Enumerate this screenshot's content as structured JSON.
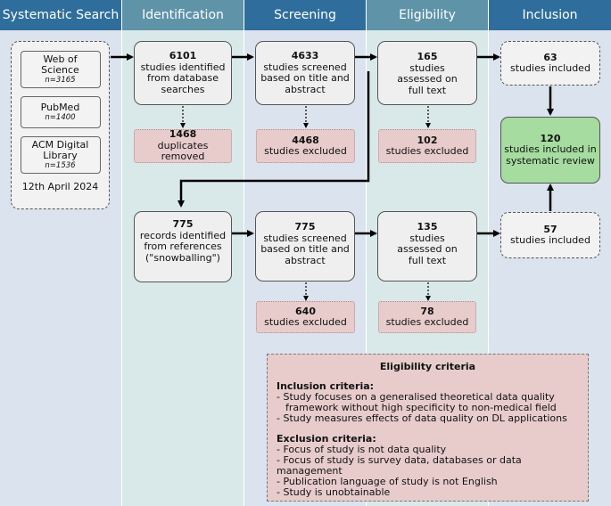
{
  "columns": [
    {
      "label": "Systematic Search",
      "color": "#2f6e9c",
      "bg": "#dbe3ee"
    },
    {
      "label": "Identification",
      "color": "#5f93a8",
      "bg": "#d9e9ea"
    },
    {
      "label": "Screening",
      "color": "#2f6e9c",
      "bg": "#dbe3ee"
    },
    {
      "label": "Eligibility",
      "color": "#5f93a8",
      "bg": "#d9e9ea"
    },
    {
      "label": "Inclusion",
      "color": "#2f6e9c",
      "bg": "#dbe3ee"
    }
  ],
  "sources": [
    {
      "name": "Web of Science",
      "count": "n=3165"
    },
    {
      "name": "PubMed",
      "count": "n=1400"
    },
    {
      "name": "ACM Digital Library",
      "count": "n=1536"
    }
  ],
  "search_date": "12th April 2024",
  "database_flow": {
    "identified": {
      "num": "6101",
      "text": "studies identified from database searches"
    },
    "duplicates": {
      "num": "1468",
      "text": "duplicates removed"
    },
    "screened": {
      "num": "4633",
      "text": "studies screened based on title and abstract"
    },
    "screen_excluded": {
      "num": "4468",
      "text": "studies excluded"
    },
    "assessed": {
      "num": "165",
      "text": "studies assessed on full text"
    },
    "assess_excluded": {
      "num": "102",
      "text": "studies excluded"
    },
    "included": {
      "num": "63",
      "text": "studies included"
    }
  },
  "snowball_flow": {
    "identified": {
      "num": "775",
      "text": "records identified from references (\"snowballing\")"
    },
    "screened": {
      "num": "775",
      "text": "studies screened based on title and abstract"
    },
    "screen_excluded": {
      "num": "640",
      "text": "studies excluded"
    },
    "assessed": {
      "num": "135",
      "text": "studies assessed on full text"
    },
    "assess_excluded": {
      "num": "78",
      "text": "studies excluded"
    },
    "included": {
      "num": "57",
      "text": "studies included"
    }
  },
  "final": {
    "num": "120",
    "text": "studies included in systematic review"
  },
  "criteria": {
    "title": "Eligibility criteria",
    "inclusion_heading": "Inclusion criteria:",
    "inclusion": [
      "- Study focuses on a generalised theoretical data quality",
      "  framework without high specificity to non-medical field",
      "- Study measures effects of data quality on DL applications"
    ],
    "exclusion_heading": "Exclusion criteria:",
    "exclusion": [
      "- Focus of study is not data quality",
      "- Focus of study is survey data, databases or data management",
      "- Publication language of study is not English",
      "- Study is unobtainable"
    ]
  }
}
